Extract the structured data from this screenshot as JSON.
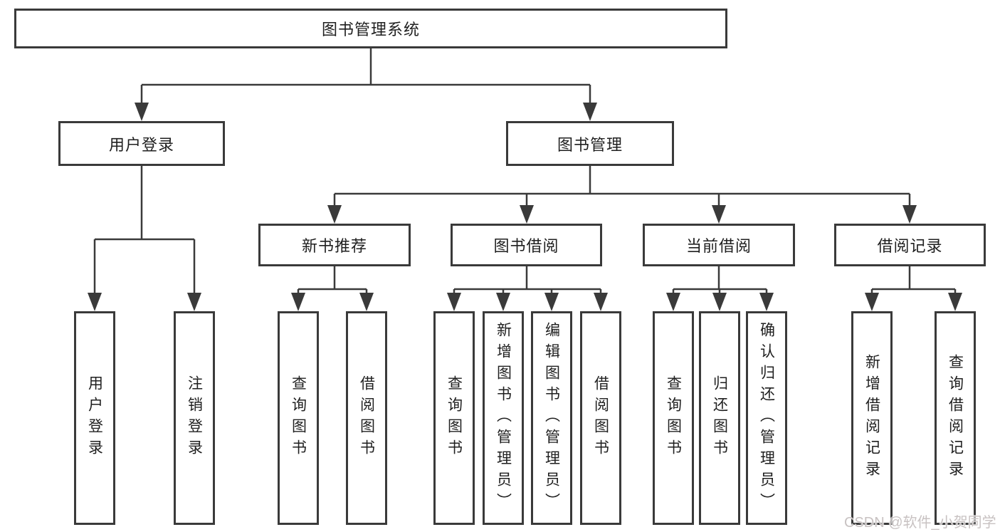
{
  "diagram": {
    "title": "图书管理系统",
    "watermark": "CSDN @软件_小贺同学",
    "colors": {
      "line": "#3a3a3a",
      "box_border": "#3a3a3a",
      "text": "#1f1f1f",
      "background": "#ffffff",
      "watermark": "#c8c2c2"
    },
    "nodes": {
      "root": {
        "label": "图书管理系统"
      },
      "user_login": {
        "label": "用户登录"
      },
      "book_mgmt": {
        "label": "图书管理"
      },
      "new_book_rec": {
        "label": "新书推荐"
      },
      "book_borrow": {
        "label": "图书借阅"
      },
      "current_borrow": {
        "label": "当前借阅"
      },
      "borrow_records": {
        "label": "借阅记录"
      },
      "leaf_user_login": {
        "label": "用户登录"
      },
      "leaf_logout": {
        "label": "注销登录"
      },
      "leaf_nbr_query": {
        "label": "查询图书"
      },
      "leaf_nbr_borrow": {
        "label": "借阅图书"
      },
      "leaf_bb_query": {
        "label": "查询图书"
      },
      "leaf_bb_add": {
        "label": "新增图书（管理员）"
      },
      "leaf_bb_edit": {
        "label": "编辑图书（管理员）"
      },
      "leaf_bb_borrow": {
        "label": "借阅图书"
      },
      "leaf_cb_query": {
        "label": "查询图书"
      },
      "leaf_cb_return": {
        "label": "归还图书"
      },
      "leaf_cb_confirm": {
        "label": "确认归还（管理员）"
      },
      "leaf_br_add": {
        "label": "新增借阅记录"
      },
      "leaf_br_query": {
        "label": "查询借阅记录"
      }
    },
    "edges": [
      {
        "parent": "图书管理系统",
        "child": "用户登录"
      },
      {
        "parent": "图书管理系统",
        "child": "图书管理"
      },
      {
        "parent": "用户登录",
        "child": "用户登录"
      },
      {
        "parent": "用户登录",
        "child": "注销登录"
      },
      {
        "parent": "图书管理",
        "child": "新书推荐"
      },
      {
        "parent": "图书管理",
        "child": "图书借阅"
      },
      {
        "parent": "图书管理",
        "child": "当前借阅"
      },
      {
        "parent": "图书管理",
        "child": "借阅记录"
      },
      {
        "parent": "新书推荐",
        "child": "查询图书"
      },
      {
        "parent": "新书推荐",
        "child": "借阅图书"
      },
      {
        "parent": "图书借阅",
        "child": "查询图书"
      },
      {
        "parent": "图书借阅",
        "child": "新增图书（管理员）"
      },
      {
        "parent": "图书借阅",
        "child": "编辑图书（管理员）"
      },
      {
        "parent": "图书借阅",
        "child": "借阅图书"
      },
      {
        "parent": "当前借阅",
        "child": "查询图书"
      },
      {
        "parent": "当前借阅",
        "child": "归还图书"
      },
      {
        "parent": "当前借阅",
        "child": "确认归还（管理员）"
      },
      {
        "parent": "借阅记录",
        "child": "新增借阅记录"
      },
      {
        "parent": "借阅记录",
        "child": "查询借阅记录"
      }
    ]
  }
}
